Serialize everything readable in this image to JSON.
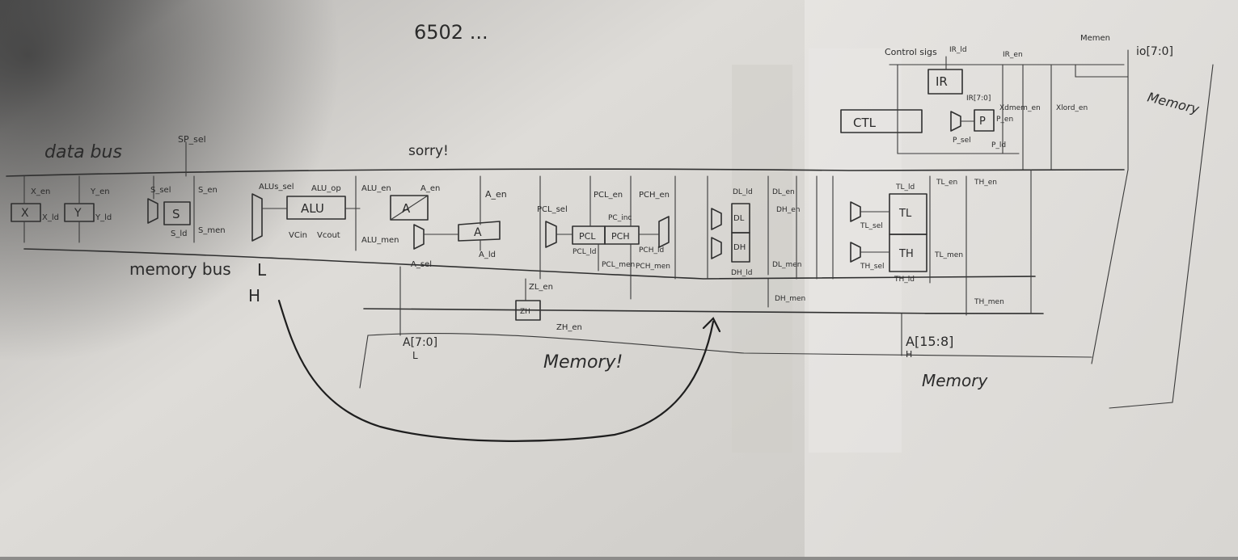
{
  "title": "6502 ...",
  "remark": "sorry!",
  "buses": {
    "data_bus": "data bus",
    "memory_bus": "memory bus",
    "memory_bus_lo": "L",
    "memory_bus_hi": "H"
  },
  "memory_labels": [
    "Memory!",
    "Memory",
    "Memory"
  ],
  "address_labels": {
    "low": "A[7:0]",
    "low_suffix": "L",
    "high": "A[15:8]",
    "high_suffix": "H",
    "io_top": "io[7:0]"
  },
  "blocks": {
    "x": "X",
    "y": "Y",
    "s": "S",
    "alu": "ALU",
    "acc": "A",
    "a_reg": "A",
    "pcl": "PCL",
    "pch": "PCH",
    "dl": "DL",
    "dh": "DH",
    "tl": "TL",
    "th": "TH",
    "ir": "IR",
    "ctl": "CTL",
    "p": "P",
    "zh": "ZH"
  },
  "signals": {
    "x_en": "X_en",
    "y_en": "Y_en",
    "x_ld": "X_ld",
    "y_ld": "Y_ld",
    "s_sel": "S_sel",
    "s_ld": "S_ld",
    "s_en": "S_en",
    "s_men": "S_men",
    "sp_sel": "SP_sel",
    "alu_sel": "ALUs_sel",
    "alu_op": "ALU_op",
    "alu_en": "ALU_en",
    "alu_men": "ALU_men",
    "vcin": "VCin",
    "vcout": "Vcout",
    "a_en": "A_en",
    "a_ld": "A_ld",
    "a_en2": "A_en",
    "a_sel": "A_sel",
    "pcl_sel": "PCL_sel",
    "pcl_en": "PCL_en",
    "pch_en": "PCH_en",
    "pc_inc": "PC_inc",
    "pcl_ld": "PCL_ld",
    "pch_ld": "PCH_ld",
    "pcl_men": "PCL_men",
    "pch_men": "PCH_men",
    "zl_en": "ZL_en",
    "zh_en": "ZH_en",
    "dl_ld": "DL_ld",
    "dl_en": "DL_en",
    "dh_en": "DH_en",
    "dl_men": "DL_men",
    "dh_men": "DH_men",
    "dh_ld": "DH_ld",
    "tl_sel": "TL_sel",
    "th_sel": "TH_sel",
    "tl_ld": "TL_ld",
    "th_ld": "TH_ld",
    "tl_en": "TL_en",
    "th_en": "TH_en",
    "tl_men": "TL_men",
    "th_men": "TH_men",
    "control_sigs": "Control sigs",
    "ir_ld": "IR_ld",
    "ir_en": "IR_en",
    "ir_bits": "IR[7:0]",
    "p_sel": "P_sel",
    "p_en": "P_en",
    "p_ld": "P_ld",
    "x_dmem_en": "Xdmem_en",
    "x_lord_en": "Xlord_en",
    "mem_en": "Memen"
  },
  "colors": {
    "paper_left": "#d9d6d2",
    "paper_right": "#e4e2de",
    "ink": "#2f2f2f",
    "arrow": "#1e1e1e"
  }
}
